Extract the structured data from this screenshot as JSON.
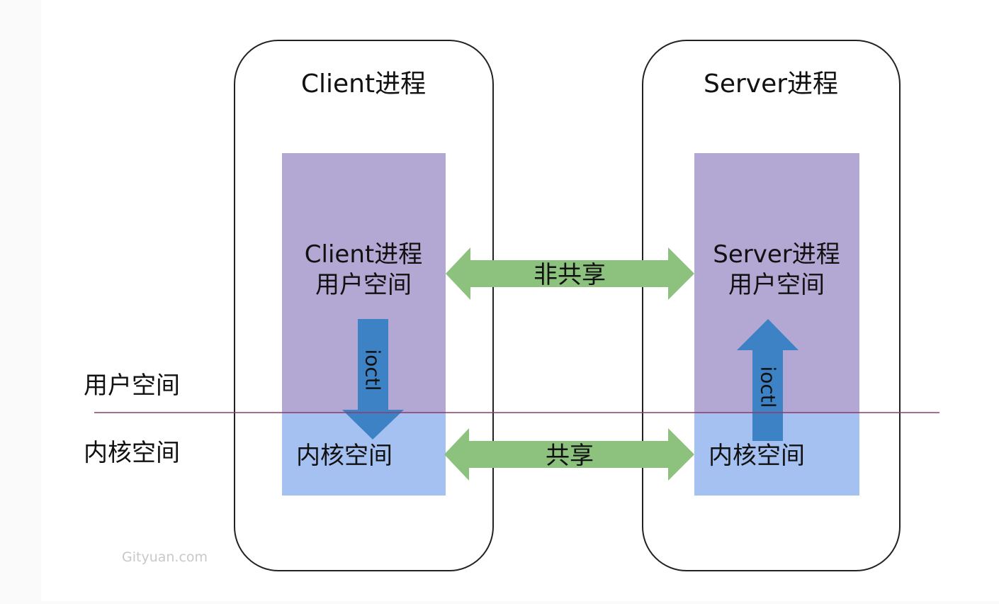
{
  "colors": {
    "page_background": "#fafafa",
    "canvas_background": "#ffffff",
    "user_space_fill": "#b3a7d3",
    "kernel_space_fill": "#a4c1f1",
    "shared_arrow": "#8dc27e",
    "ioctl_arrow": "#3d82c5",
    "boundary_line": "#8e3d6c",
    "process_border": "#222222",
    "watermark": "#c8c8c8"
  },
  "left_labels": {
    "user_space": "用户空间",
    "kernel_space": "内核空间"
  },
  "client": {
    "title": "Client进程",
    "user_space_line1": "Client进程",
    "user_space_line2": "用户空间",
    "kernel_space": "内核空间",
    "ioctl": "ioctl",
    "ioctl_direction": "down"
  },
  "server": {
    "title": "Server进程",
    "user_space_line1": "Server进程",
    "user_space_line2": "用户空间",
    "kernel_space": "内核空间",
    "ioctl": "ioctl",
    "ioctl_direction": "up"
  },
  "arrows": {
    "non_shared": "非共享",
    "shared": "共享"
  },
  "watermark": "Gityuan.com"
}
